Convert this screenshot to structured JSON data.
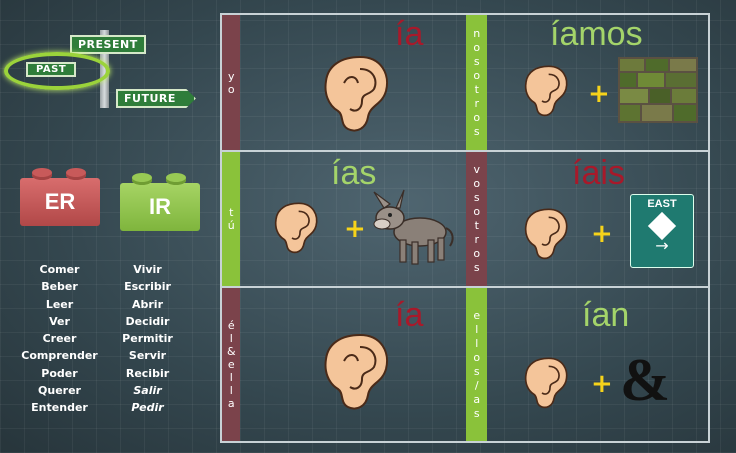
{
  "signpost": {
    "present": "PRESENT",
    "past": "PAST",
    "future": "FUTURE"
  },
  "bricks": {
    "er": "ER",
    "ir": "IR"
  },
  "verbs_er": [
    "Comer",
    "Beber",
    "Leer",
    "Ver",
    "Creer",
    "Comprender",
    "Poder",
    "Querer",
    "Entender"
  ],
  "verbs_ir": [
    "Vivir",
    "Escribir",
    "Abrir",
    "Decidir",
    "Permitir",
    "Servir",
    "Recibir",
    "Salir",
    "Pedir"
  ],
  "rows": [
    {
      "singular_pronoun": "yo",
      "singular_ending": "ía",
      "plural_pronoun": "nosotros",
      "plural_ending": "íamos"
    },
    {
      "singular_pronoun": "tú",
      "singular_ending": "ías",
      "plural_pronoun": "vosotros",
      "plural_ending": "íais"
    },
    {
      "singular_pronoun": "él&ella",
      "singular_ending": "ía",
      "plural_pronoun": "ellos/as",
      "plural_ending": "ían"
    }
  ],
  "sign_east": "EAST",
  "ampersand": "&",
  "plus": "+",
  "colors": {
    "red_ending": "#a8192a",
    "green_ending": "#a4d46a",
    "maroon_strip": "#7b434b",
    "green_strip": "#8ac23a"
  }
}
